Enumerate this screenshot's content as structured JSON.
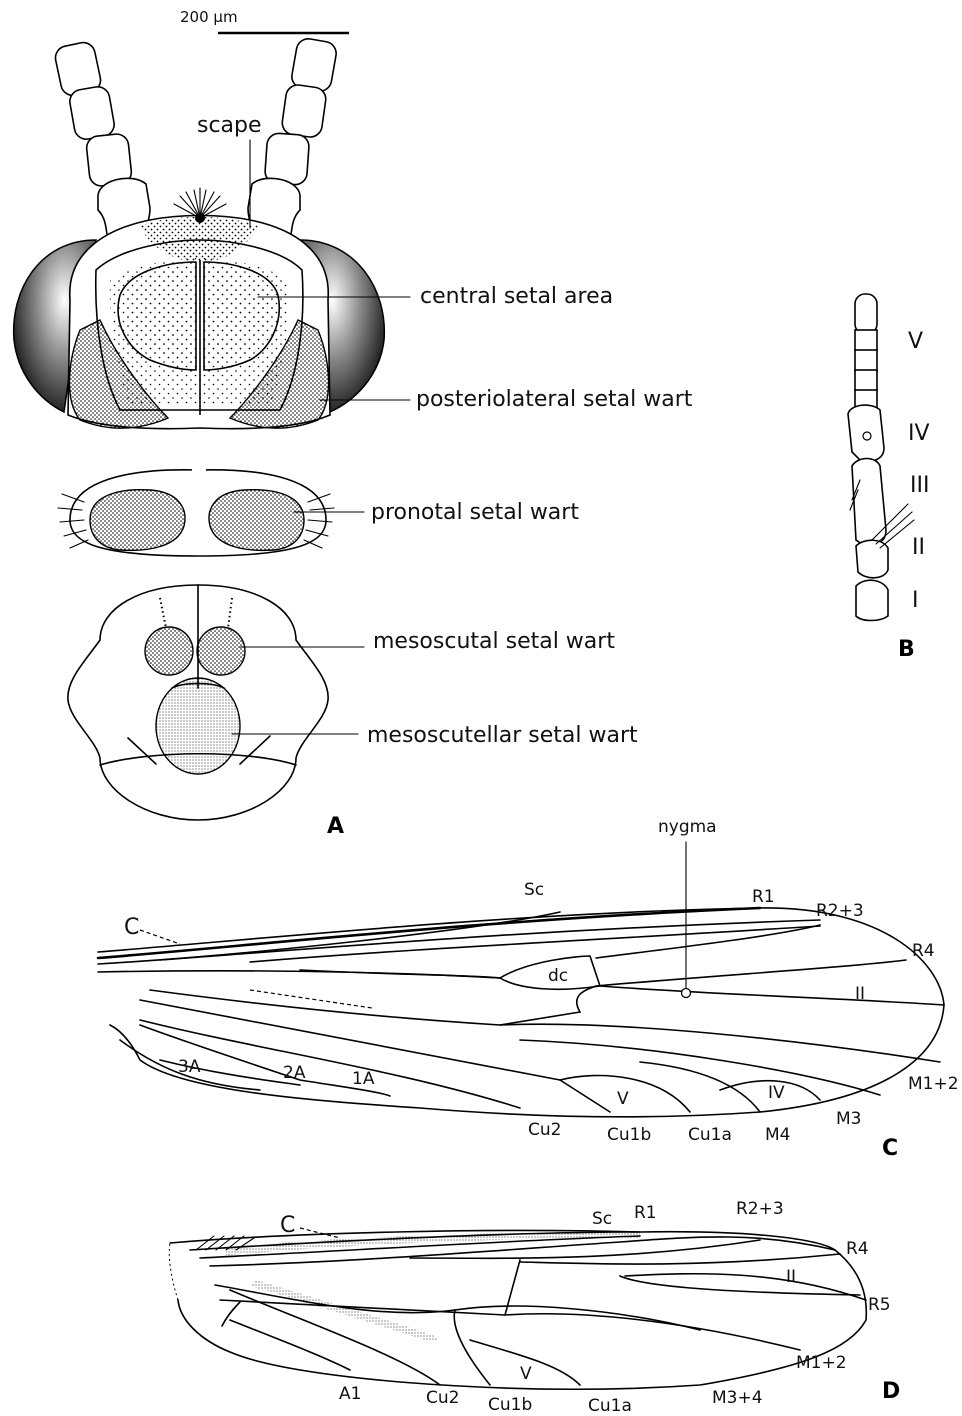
{
  "scale_bar": {
    "label": "200 µm"
  },
  "panel_A": {
    "letter": "A",
    "labels": {
      "scape": "scape",
      "central_setal_area": "central setal area",
      "posteriolateral_setal_wart": "posteriolateral setal wart",
      "pronotal_setal_wart": "pronotal setal wart",
      "mesoscutal_setal_wart": "mesoscutal setal wart",
      "mesoscutellar_setal_wart": "mesoscutellar setal wart"
    }
  },
  "panel_B": {
    "letter": "B",
    "segments": [
      "V",
      "IV",
      "III",
      "II",
      "I"
    ]
  },
  "panel_C": {
    "letter": "C",
    "labels": {
      "nygma": "nygma",
      "Sc": "Sc",
      "C": "C",
      "R1": "R1",
      "R2_3": "R2+3",
      "R4": "R4",
      "dc": "dc",
      "II": "II",
      "M1_2": "M1+2",
      "M3": "M3",
      "M4": "M4",
      "IV": "IV",
      "Cu1a": "Cu1a",
      "Cu1b": "Cu1b",
      "V": "V",
      "Cu2": "Cu2",
      "A3": "3A",
      "A2": "2A",
      "A1": "1A"
    }
  },
  "panel_D": {
    "letter": "D",
    "labels": {
      "C": "C",
      "Sc": "Sc",
      "R1": "R1",
      "R2_3": "R2+3",
      "R4": "R4",
      "II": "II",
      "R5": "R5",
      "M1_2": "M1+2",
      "M3_4": "M3+4",
      "Cu1a": "Cu1a",
      "Cu1b": "Cu1b",
      "V": "V",
      "Cu2": "Cu2",
      "A1": "A1"
    }
  }
}
